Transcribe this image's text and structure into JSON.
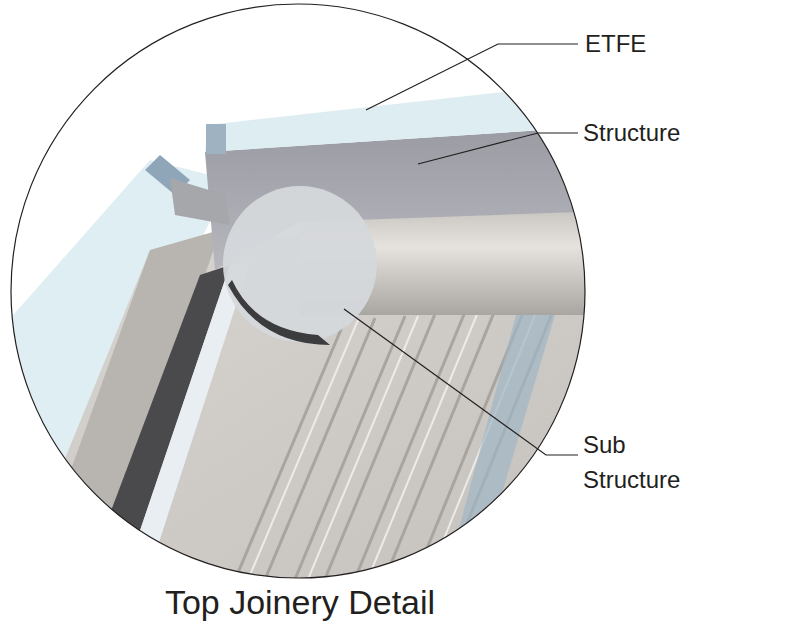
{
  "diagram": {
    "caption": "Top Joinery Detail",
    "labels": [
      "ETFE",
      "Structure",
      "Sub Structure"
    ]
  }
}
